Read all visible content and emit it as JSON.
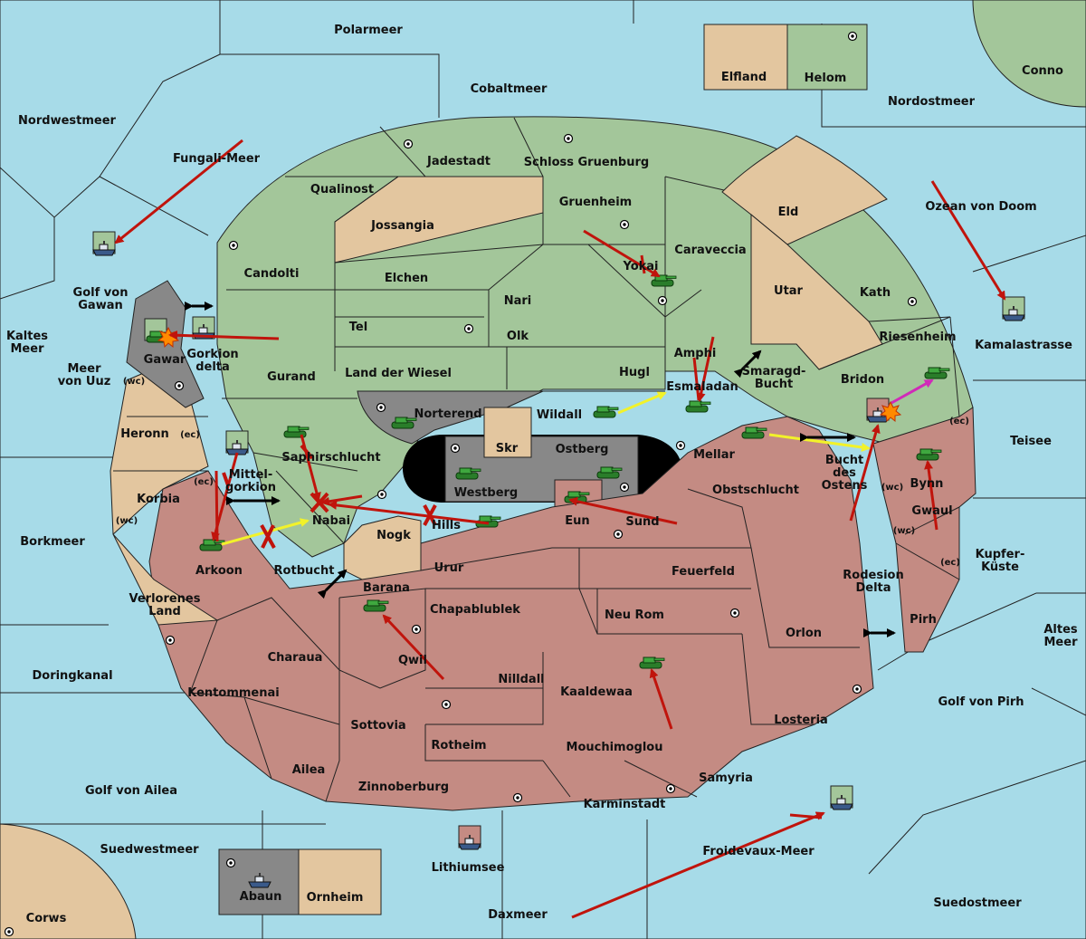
{
  "provinces": {
    "polarmeer": "Polarmeer",
    "cobaltmeer": "Cobaltmeer",
    "elfland": "Elfland",
    "helom": "Helom",
    "conno": "Conno",
    "nordostmeer": "Nordostmeer",
    "nordwestmeer": "Nordwestmeer",
    "fungali_meer": "Fungali-Meer",
    "jadestadt": "Jadestadt",
    "schloss_gruenburg": "Schloss Gruenburg",
    "qualinost": "Qualinost",
    "gruenheim": "Gruenheim",
    "eld": "Eld",
    "ozean_von_doom": "Ozean von Doom",
    "jossangia": "Jossangia",
    "caraveccia": "Caraveccia",
    "candolti": "Candolti",
    "elchen": "Elchen",
    "yokai": "Yokai",
    "utar": "Utar",
    "kath": "Kath",
    "nari": "Nari",
    "golf_von_gawan": "Golf von Gawan",
    "kamalastrasse": "Kamalastrasse",
    "tel": "Tel",
    "olk": "Olk",
    "riesenheim": "Riesenheim",
    "kaltes_meer": "Kaltes Meer",
    "gawar": "Gawar",
    "gorkion_delta": "Gorkion delta",
    "amphi": "Amphi",
    "meer_von_uuz": "Meer von Uuz",
    "land_der_wiesel": "Land der Wiesel",
    "hugl": "Hugl",
    "smaragd_bucht": "Smaragd-Bucht",
    "gurand": "Gurand",
    "bridon": "Bridon",
    "esmaladan": "Esmaladan",
    "norterend": "Norterend",
    "wildall": "Wildall",
    "heronn": "Heronn",
    "teisee": "Teisee",
    "skr": "Skr",
    "ostberg": "Ostberg",
    "mellar": "Mellar",
    "saphirschlucht": "Saphirschlucht",
    "mittel_gorkion": "Mittel-gorkion",
    "bucht_des_ostens": "Bucht des Ostens",
    "westberg": "Westberg",
    "obstschlucht": "Obstschlucht",
    "bynn": "Bynn",
    "korbia": "Korbia",
    "nabai": "Nabai",
    "eun": "Eun",
    "sund": "Sund",
    "gwaul": "Gwaul",
    "hills": "Hills",
    "nogk": "Nogk",
    "borkmeer": "Borkmeer",
    "kupfer_kueste": "Kupfer-Küste",
    "arkoon": "Arkoon",
    "rotbucht": "Rotbucht",
    "urur": "Urur",
    "feuerfeld": "Feuerfeld",
    "rodesion_delta": "Rodesion Delta",
    "barana": "Barana",
    "verlorenes_land": "Verlorenes Land",
    "chapablublek": "Chapablublek",
    "neu_rom": "Neu Rom",
    "pirh": "Pirh",
    "orlon": "Orlon",
    "altes_meer": "Altes Meer",
    "charaua": "Charaua",
    "qwil": "Qwil",
    "doringkanal": "Doringkanal",
    "nilldall": "Nilldall",
    "kaaldewaa": "Kaaldewaa",
    "kentommenai": "Kentommenai",
    "golf_von_pirh": "Golf von Pirh",
    "losteria": "Losteria",
    "sottovia": "Sottovia",
    "rotheim": "Rotheim",
    "mouchimoglou": "Mouchimoglou",
    "ailea": "Ailea",
    "samyria": "Samyria",
    "zinnoberburg": "Zinnoberburg",
    "golf_von_ailea": "Golf von Ailea",
    "karminstadt": "Karminstadt",
    "suedwestmeer": "Suedwestmeer",
    "froidevaux_meer": "Froidevaux-Meer",
    "lithiumsee": "Lithiumsee",
    "abaun": "Abaun",
    "ornheim": "Ornheim",
    "suedostmeer": "Suedostmeer",
    "daxmeer": "Daxmeer",
    "corws": "Corws"
  },
  "coast_tags": {
    "wc": "(wc)",
    "ec": "(ec)"
  },
  "colors": {
    "sea": "#a7dbe8",
    "green_power": "#a3c69a",
    "neutral_tan": "#e3c69f",
    "red_power": "#c48b83",
    "grey_power": "#888888",
    "move_arrow": "#c0140c",
    "support_arrow": "#f2f22a",
    "convoy_arrow": "#000000",
    "retreat_arrow": "#d02ab8"
  },
  "legend_icons": [
    "tank-icon",
    "ship-icon",
    "supply-center-icon",
    "dislodged-marker-icon",
    "failed-order-x-icon"
  ]
}
